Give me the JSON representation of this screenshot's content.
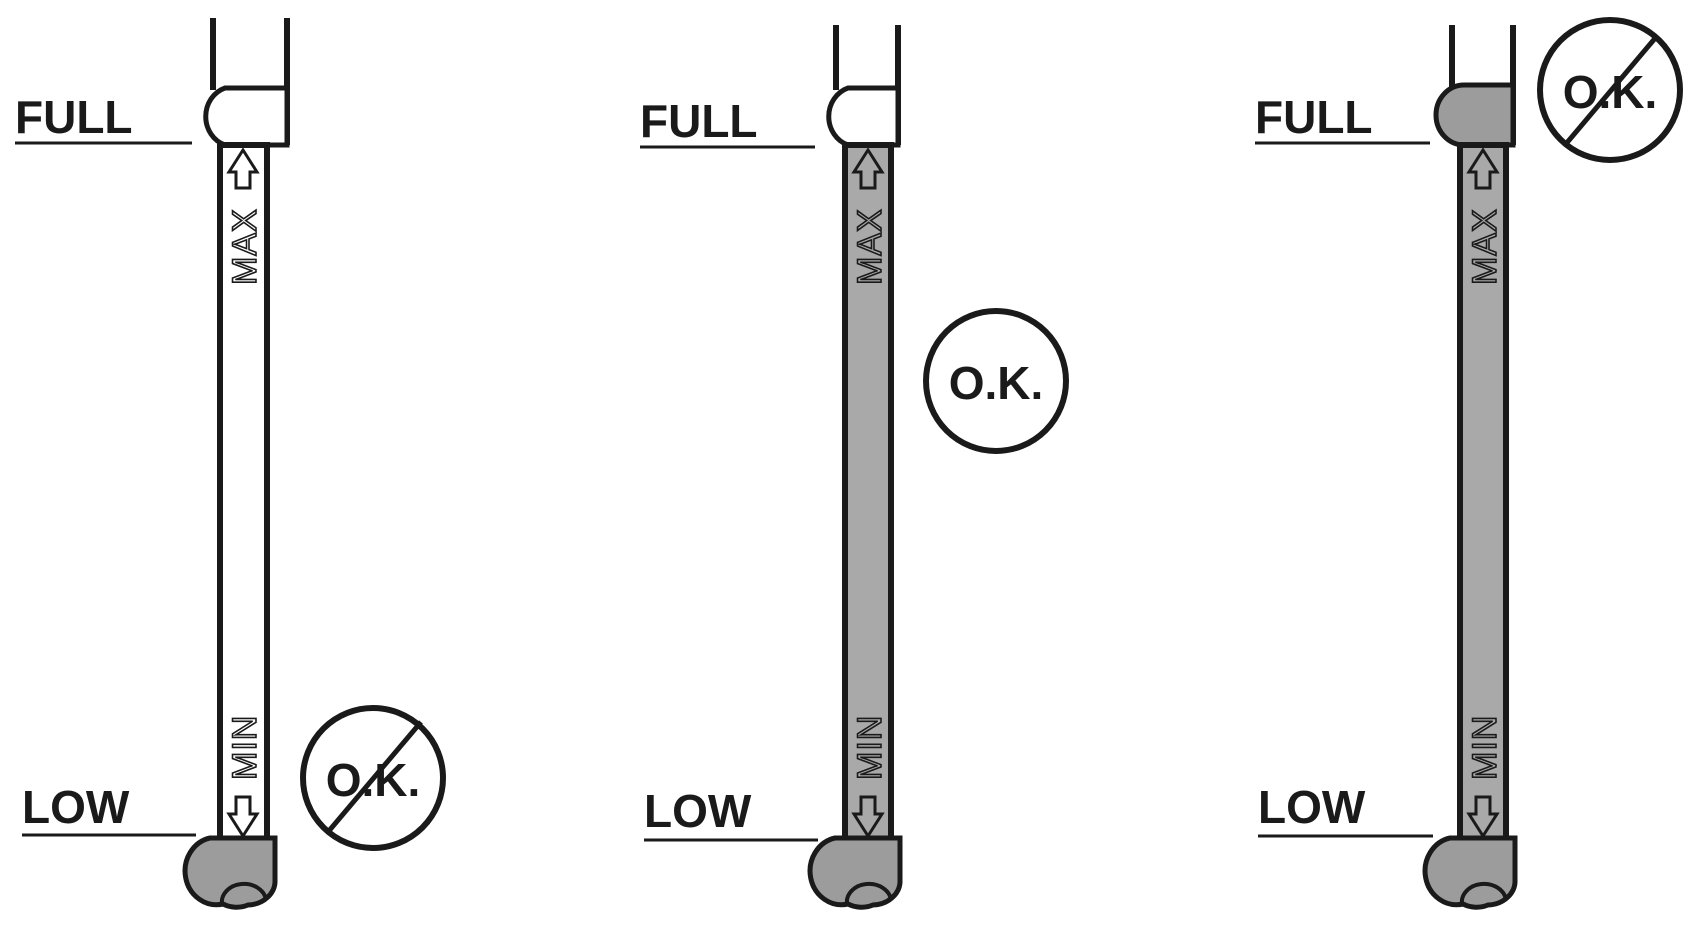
{
  "colors": {
    "ink": "#1a1a1a",
    "fluid": "#a9a9a9",
    "bulb": "#9c9c9c",
    "background": "#ffffff"
  },
  "panels": [
    {
      "full_label": "FULL",
      "low_label": "LOW",
      "max_label": "MAX",
      "min_label": "MIN",
      "fluid_fill": "empty",
      "status": {
        "text": "O.K.",
        "crossed": true
      }
    },
    {
      "full_label": "FULL",
      "low_label": "LOW",
      "max_label": "MAX",
      "min_label": "MIN",
      "fluid_fill": "tube",
      "status": {
        "text": "O.K.",
        "crossed": false
      }
    },
    {
      "full_label": "FULL",
      "low_label": "LOW",
      "max_label": "MAX",
      "min_label": "MIN",
      "fluid_fill": "overfull",
      "status": {
        "text": "O.K.",
        "crossed": true
      }
    }
  ]
}
